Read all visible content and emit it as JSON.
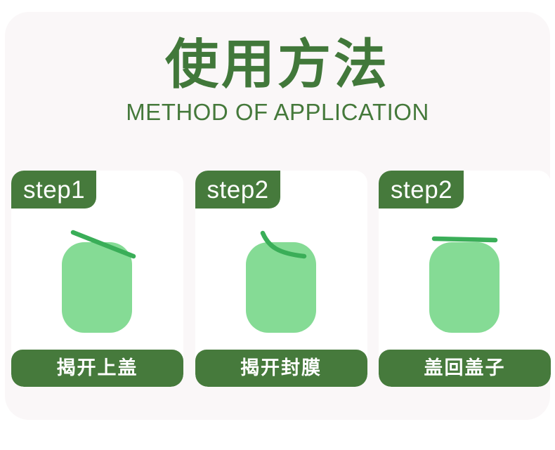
{
  "header": {
    "title_cn": "使用方法",
    "title_en": "METHOD OF APPLICATION"
  },
  "colors": {
    "panel_background": "#faf7f8",
    "card_background": "#ffffff",
    "dark_green": "#467a3c",
    "title_green": "#41783a",
    "subtitle_green": "#45793b",
    "bottle_green": "#85db95",
    "lid_green": "#3aae58"
  },
  "steps": [
    {
      "badge": "step1",
      "caption": "揭开上盖",
      "illustration": "bottle-with-tilted-lid"
    },
    {
      "badge": "step2",
      "caption": "揭开封膜",
      "illustration": "bottle-with-peeling-film"
    },
    {
      "badge": "step2",
      "caption": "盖回盖子",
      "illustration": "bottle-with-lid-on-top"
    }
  ]
}
